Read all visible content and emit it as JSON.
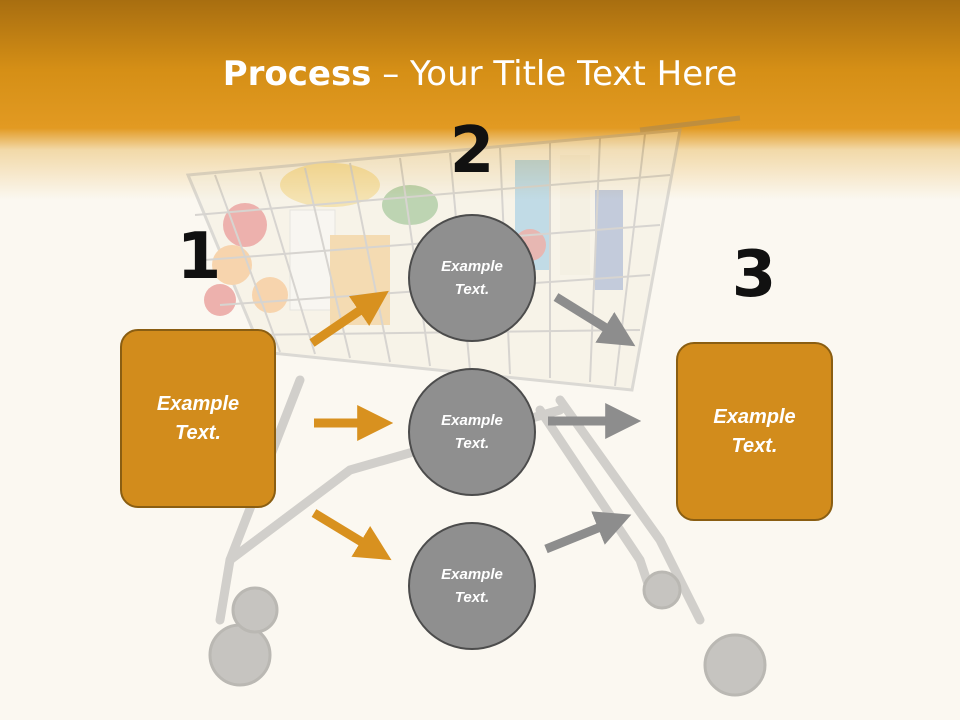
{
  "title": {
    "bold": "Process",
    "rest": " – Your Title Text Here"
  },
  "steps": [
    {
      "number": "1",
      "box_text": "Example Text."
    },
    {
      "number": "2",
      "circles": [
        "Example Text.",
        "Example Text.",
        "Example Text."
      ]
    },
    {
      "number": "3",
      "box_text": "Example Text."
    }
  ],
  "colors": {
    "accent": "#d28c1c",
    "accent_border": "#8a5e12",
    "circle": "#8f8f8f",
    "header": "#e29a22",
    "arrow_orange": "#d8911f",
    "arrow_gray": "#8d8d8d"
  }
}
